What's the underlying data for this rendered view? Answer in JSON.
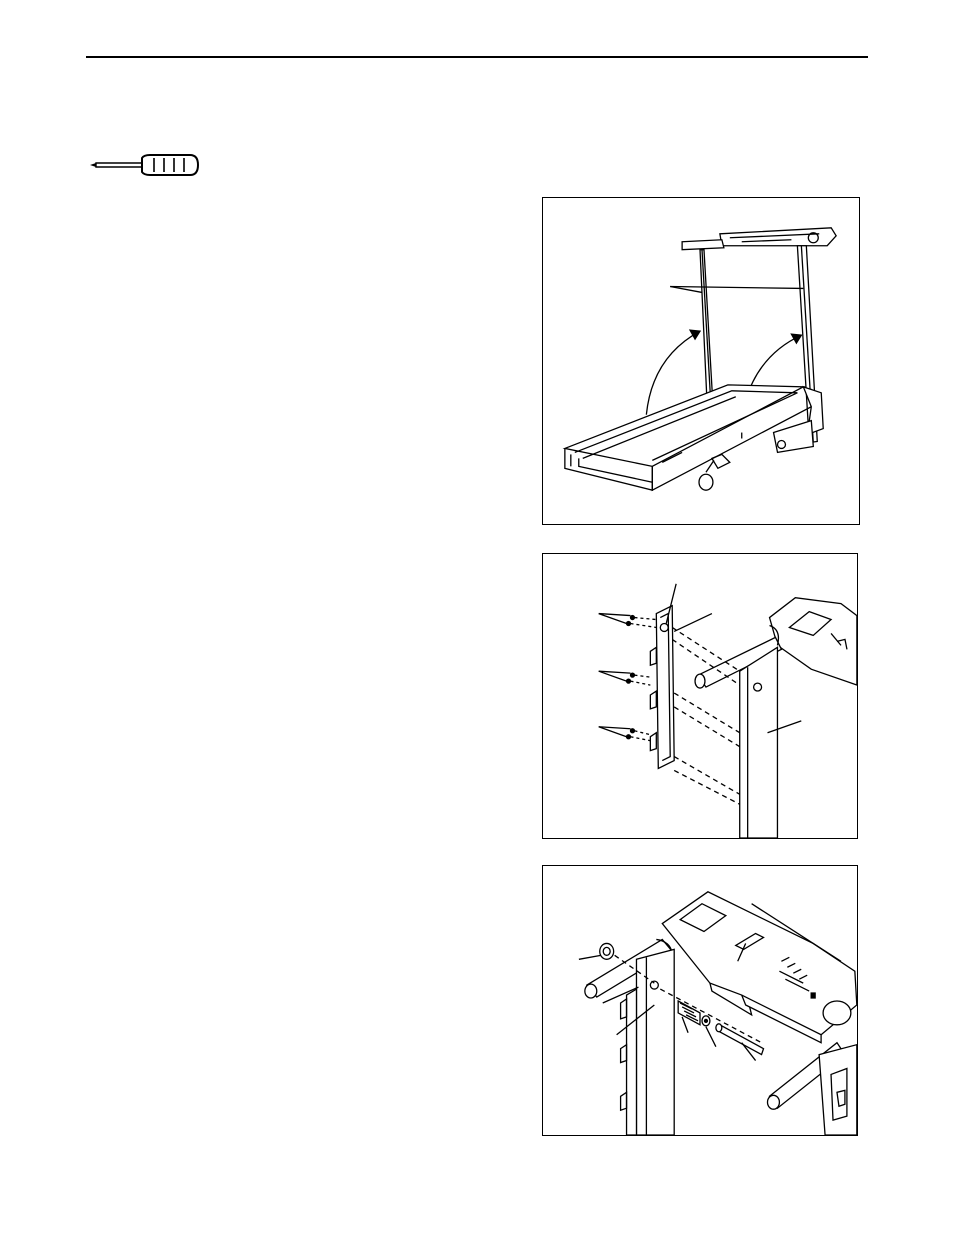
{
  "page": {
    "tool_icon": "phillips-screwdriver-icon",
    "figures": [
      {
        "name": "figure-uprights-raised",
        "depicts": "treadmill-icon"
      },
      {
        "name": "figure-upright-cover-attach",
        "depicts": "upright-cover-icon"
      },
      {
        "name": "figure-handrail-bolt-attach",
        "depicts": "handrail-bolt-icon"
      }
    ]
  }
}
